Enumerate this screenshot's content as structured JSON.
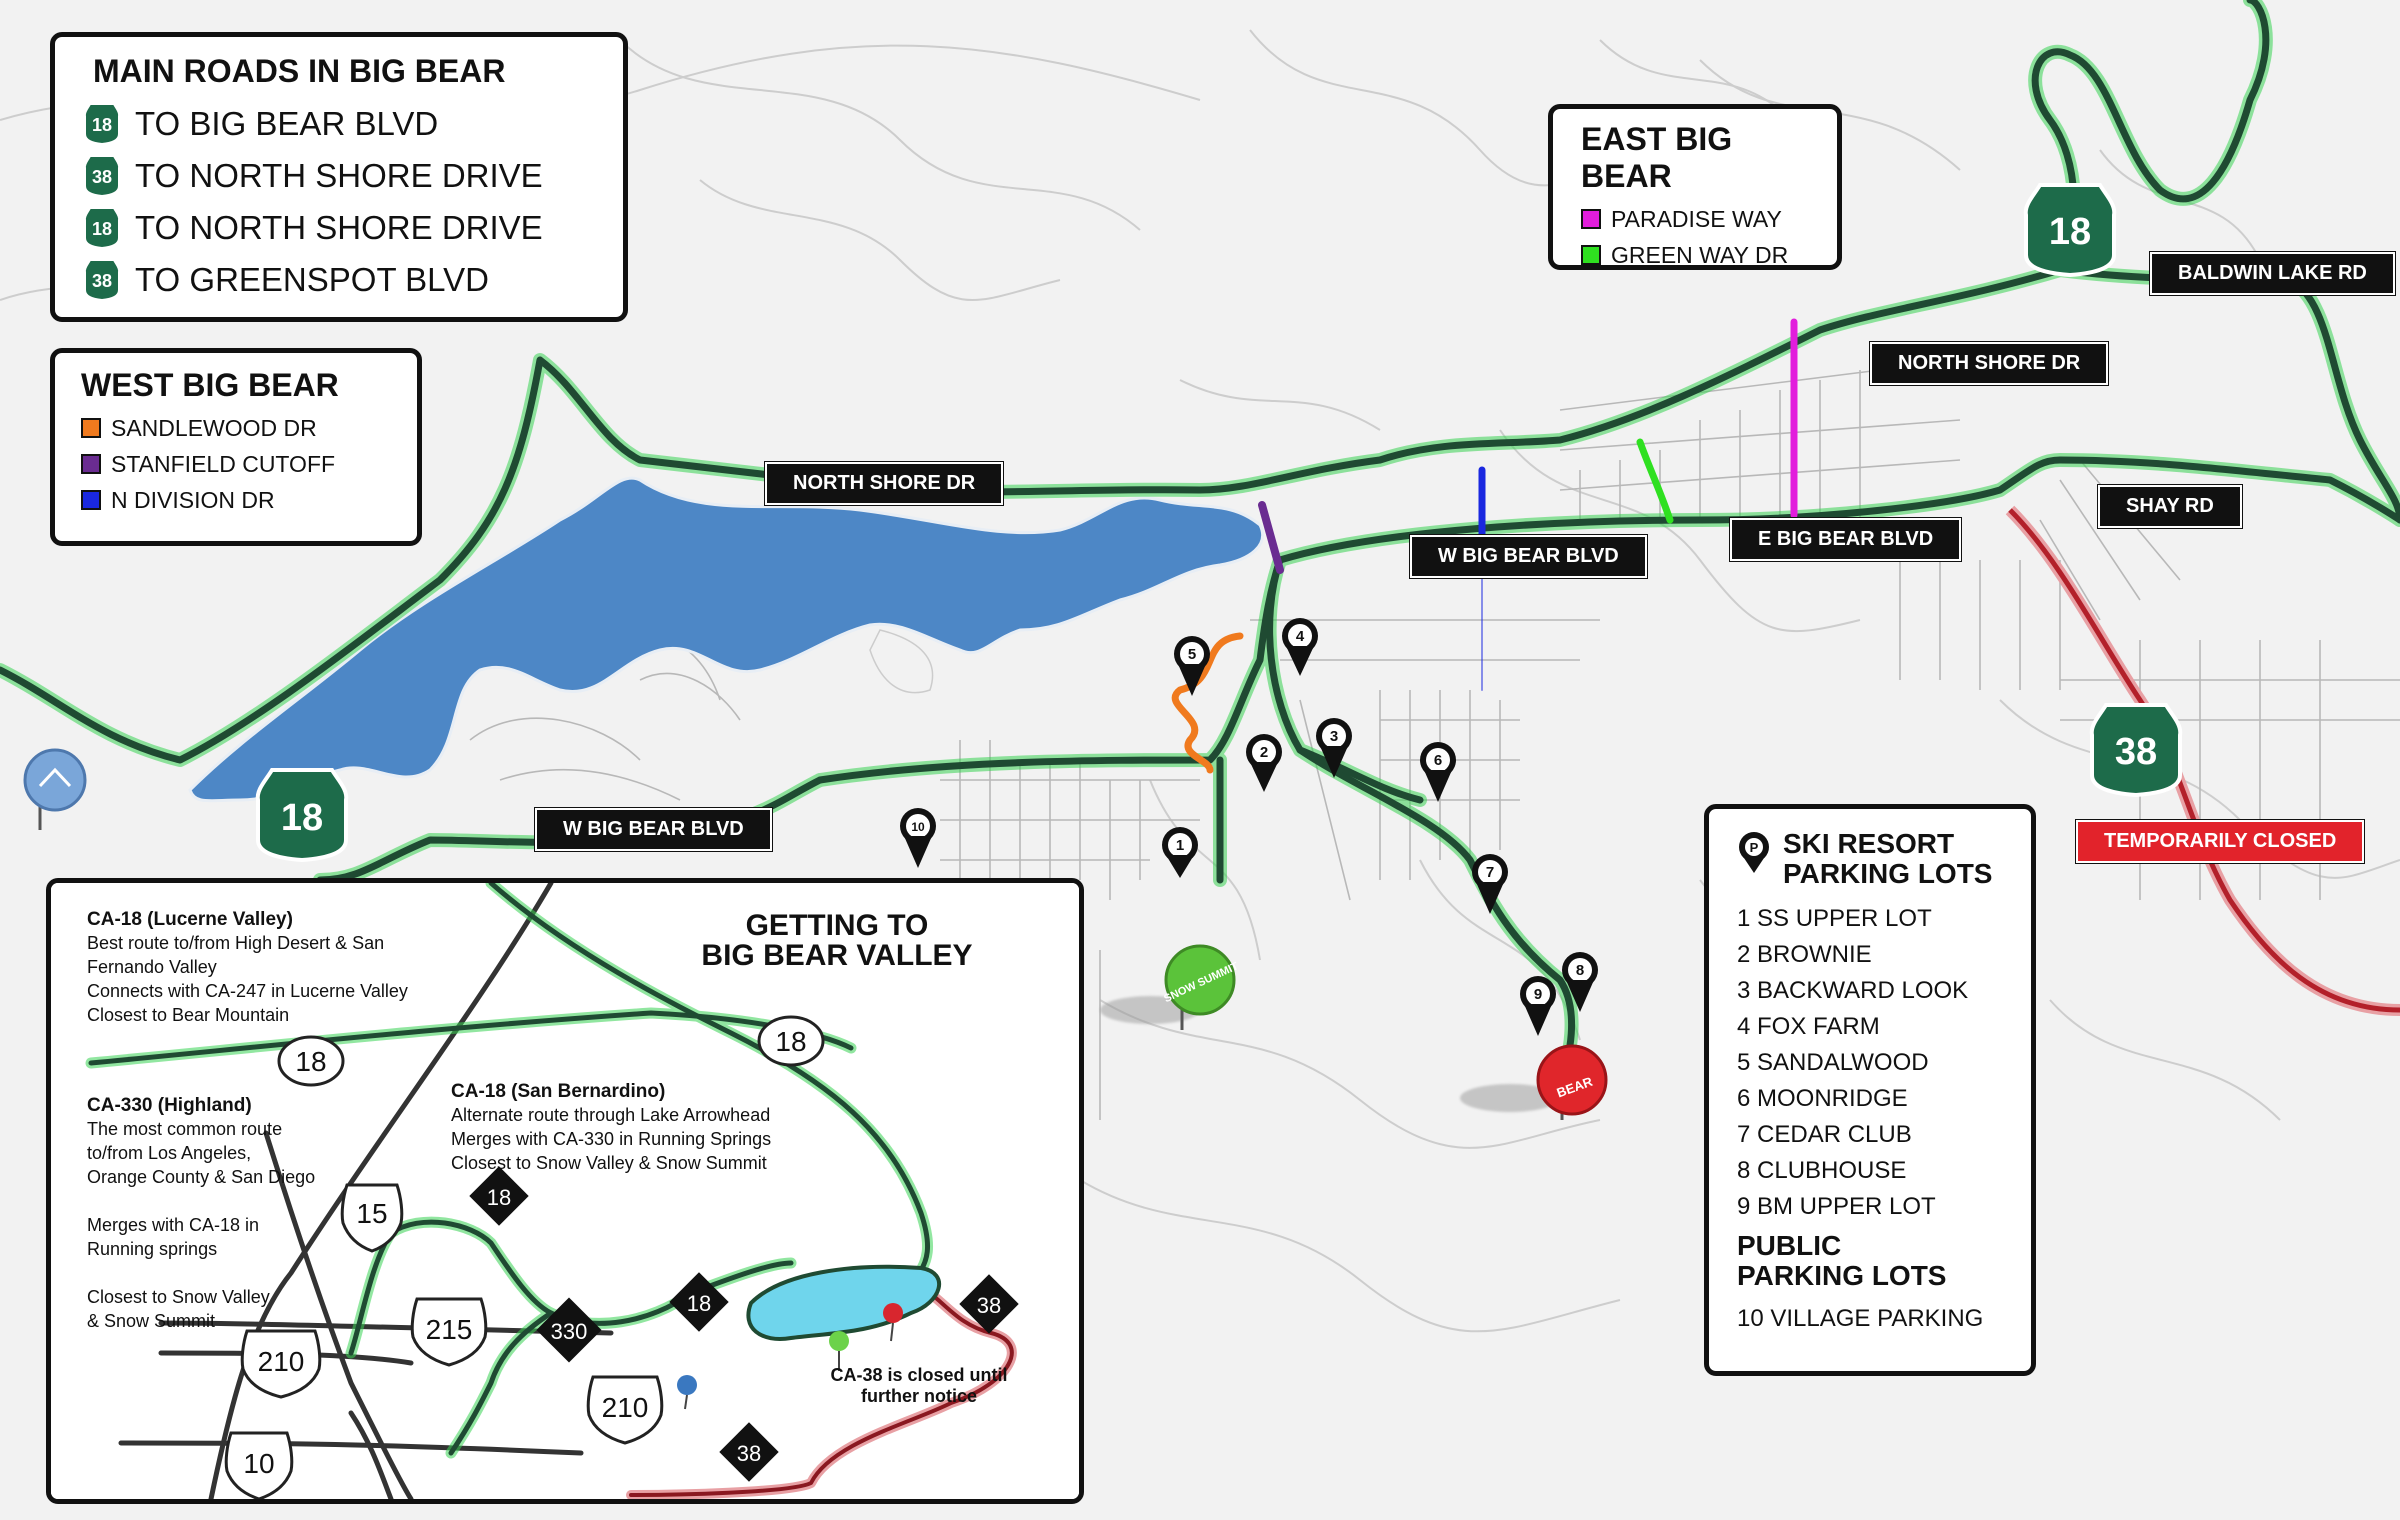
{
  "colors": {
    "route_green": "#1a3d2a",
    "route_glow": "#39d353",
    "lake": "#4d87c6",
    "lake_inset": "#6fd5ec",
    "closed_red": "#d8262e",
    "sandlewood": "#f07a1e",
    "stanfield": "#6a2c91",
    "n_division": "#1a28e0",
    "paradise": "#e21ddc",
    "green_way": "#2fe020"
  },
  "main_roads": {
    "title": "MAIN ROADS IN BIG BEAR",
    "items": [
      {
        "shield": "18",
        "text": "TO BIG BEAR BLVD"
      },
      {
        "shield": "38",
        "text": "TO NORTH SHORE DRIVE"
      },
      {
        "shield": "18",
        "text": "TO NORTH SHORE DRIVE"
      },
      {
        "shield": "38",
        "text": "TO GREENSPOT BLVD"
      }
    ]
  },
  "west": {
    "title": "WEST BIG BEAR",
    "items": [
      {
        "text": "SANDLEWOOD DR",
        "color": "#f07a1e"
      },
      {
        "text": "STANFIELD CUTOFF",
        "color": "#6a2c91"
      },
      {
        "text": "N DIVISION DR",
        "color": "#1a28e0"
      }
    ]
  },
  "east": {
    "title": "EAST BIG BEAR",
    "items": [
      {
        "text": "PARADISE WAY",
        "color": "#e21ddc"
      },
      {
        "text": "GREEN WAY DR",
        "color": "#2fe020"
      }
    ]
  },
  "road_labels": {
    "north_shore_west": "NORTH SHORE DR",
    "north_shore_east": "NORTH SHORE DR",
    "w_big_bear_blvd_west": "W BIG BEAR BLVD",
    "w_big_bear_blvd_center": "W BIG BEAR BLVD",
    "e_big_bear_blvd": "E BIG BEAR BLVD",
    "baldwin_lake_rd": "BALDWIN LAKE RD",
    "shay_rd": "SHAY RD",
    "temporarily_closed": "TEMPORARILY CLOSED"
  },
  "shields": {
    "hwy18_west": "18",
    "hwy18_east": "18",
    "hwy38_east": "38"
  },
  "markers": {
    "m1": "1",
    "m2": "2",
    "m3": "3",
    "m4": "4",
    "m5": "5",
    "m6": "6",
    "m7": "7",
    "m8": "8",
    "m9": "9",
    "m10": "10"
  },
  "resorts": {
    "snow_summit": "SNOW SUMMIT",
    "bear_mountain": "BEAR"
  },
  "parking": {
    "title_line1": "SKI RESORT",
    "title_line2": "PARKING LOTS",
    "icon": "P",
    "lots": [
      "1 SS UPPER LOT",
      "2 BROWNIE",
      "3 BACKWARD LOOK",
      "4 FOX FARM",
      "5 SANDALWOOD",
      "6 MOONRIDGE",
      "7 CEDAR CLUB",
      "8 CLUBHOUSE",
      "9 BM UPPER LOT"
    ],
    "public_title_line1": "PUBLIC",
    "public_title_line2": "PARKING LOTS",
    "public_lots": [
      "10 VILLAGE PARKING"
    ]
  },
  "getting": {
    "title_line1": "GETTING TO",
    "title_line2": "BIG BEAR VALLEY",
    "ca18_lucerne_title": "CA-18 (Lucerne Valley)",
    "ca18_lucerne_lines": [
      "Best route to/from High Desert & San",
      "Fernando Valley",
      "Connects with CA-247 in Lucerne Valley",
      "Closest to Bear Mountain"
    ],
    "ca330_title": "CA-330 (Highland)",
    "ca330_lines": [
      "The most common route",
      "to/from Los Angeles,",
      "Orange County & San Diego"
    ],
    "ca330_merge_lines": [
      "Merges with CA-18 in",
      "Running springs"
    ],
    "ca330_closest_lines": [
      "Closest to Snow Valley",
      "& Snow Summit"
    ],
    "ca18_sb_title": "CA-18 (San Bernardino)",
    "ca18_sb_lines": [
      "Alternate route through Lake Arrowhead",
      "Merges with CA-330 in Running Springs",
      "Closest to Snow Valley & Snow Summit"
    ],
    "ca38_note_line1": "CA-38 is closed until",
    "ca38_note_line2": "further notice",
    "shields": {
      "oval18_left": "18",
      "oval18_right": "18",
      "i15": "15",
      "i215": "215",
      "i210_mid": "210",
      "i210_low": "210",
      "i10": "10",
      "d18_top": "18",
      "d18_lake": "18",
      "d330": "330",
      "d38_right": "38",
      "d38_low": "38"
    }
  }
}
